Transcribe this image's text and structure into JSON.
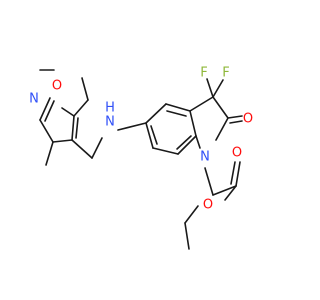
{
  "molecule": {
    "atom_labels": {
      "isoxazole_oxygen": "O",
      "isoxazole_nitrogen": "N",
      "amine_n": "N",
      "amine_h": "H",
      "fluorine_1": "F",
      "fluorine_2": "F",
      "lactam_carbonyl_o": "O",
      "ring_nitrogen": "N",
      "ester_carbonyl_o": "O",
      "ester_o": "O"
    },
    "colors": {
      "carbon_bond": "#1a1a1a",
      "oxygen": "#ff0d0d",
      "nitrogen": "#3050f8",
      "fluorine": "#8fb83a"
    }
  }
}
